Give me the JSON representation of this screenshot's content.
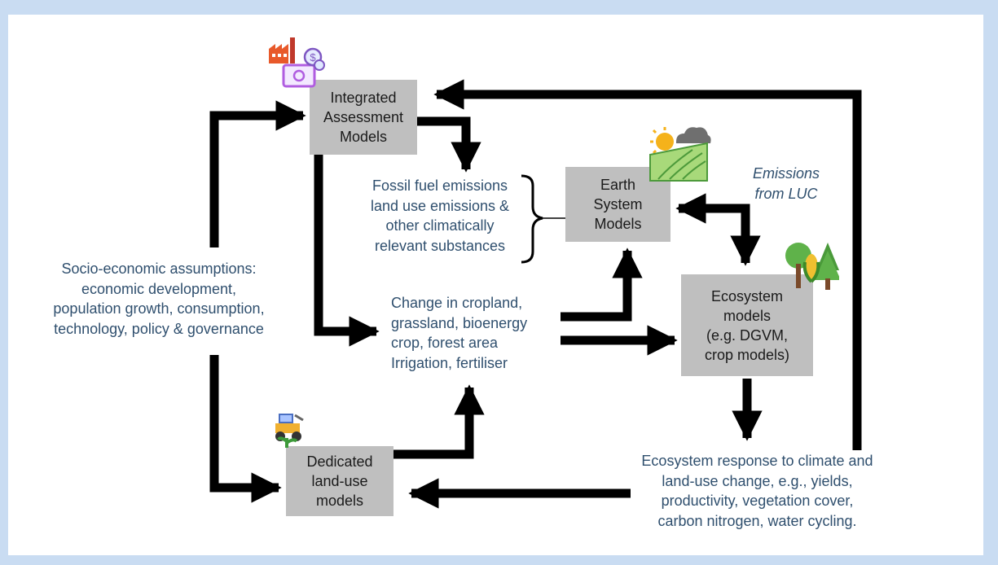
{
  "colors": {
    "background": "#c9dcf2",
    "box_fill": "#bfbfbf",
    "text_blue": "#2f4f6e",
    "arrow": "#000000"
  },
  "boxes": {
    "iam": "Integrated\nAssessment\nModels",
    "esm": "Earth\nSystem\nModels",
    "eco": "Ecosystem\nmodels\n(e.g. DGVM,\ncrop models)",
    "dlu": "Dedicated\nland-use\nmodels"
  },
  "labels": {
    "fossil": "Fossil fuel emissions\nland use emissions &\nother climatically\nrelevant substances",
    "socio": "Socio-economic assumptions:\neconomic development,\npopulation growth, consumption,\ntechnology, policy & governance",
    "change": "Change in cropland,\ngrassland, bioenergy\ncrop, forest area\nIrrigation, fertiliser",
    "response": "Ecosystem response to climate and\nland-use change, e.g., yields,\nproductivity, vegetation cover,\ncarbon nitrogen, water cycling.",
    "luc": "Emissions\nfrom LUC"
  },
  "icons": {
    "iam": "factory-money-icon",
    "esm": "weather-field-icon",
    "eco": "trees-crop-icon",
    "dlu": "tractor-plant-icon"
  }
}
